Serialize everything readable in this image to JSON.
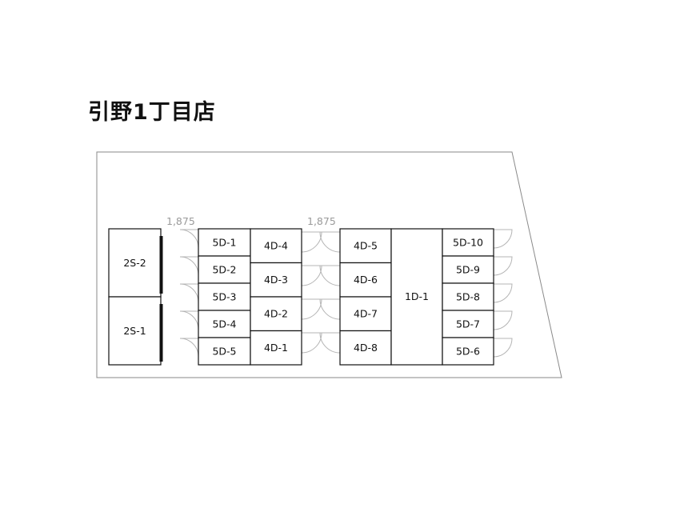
{
  "title": "引野1丁目店",
  "dimensions": [
    "1,875",
    "1,875"
  ],
  "units": {
    "s2_2": "2S-2",
    "s2_1": "2S-1",
    "d5_1": "5D-1",
    "d5_2": "5D-2",
    "d5_3": "5D-3",
    "d5_4": "5D-4",
    "d5_5": "5D-5",
    "d4_4": "4D-4",
    "d4_3": "4D-3",
    "d4_2": "4D-2",
    "d4_1": "4D-1",
    "d4_5": "4D-5",
    "d4_6": "4D-6",
    "d4_7": "4D-7",
    "d4_8": "4D-8",
    "d1_1": "1D-1",
    "d5_10": "5D-10",
    "d5_9": "5D-9",
    "d5_8": "5D-8",
    "d5_7": "5D-7",
    "d5_6": "5D-6"
  }
}
